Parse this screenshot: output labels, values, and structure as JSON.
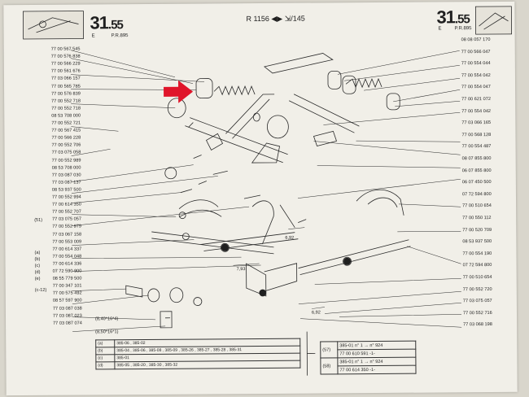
{
  "header": {
    "page_left": "31",
    "page_left_suffix": ".55",
    "sub_left_e": "E",
    "sub_left_pr": "P.R.895",
    "reference": "R 1156",
    "ref_suffix": "/145",
    "page_right": "31",
    "page_right_suffix": ".55",
    "sub_right_e": "E",
    "sub_right_pr": "P.R.895"
  },
  "left_parts": [
    "77 00 567 545",
    "77 00 576 838",
    "77 00 566 229",
    "77 00 561 676",
    "77 03 066 157",
    "77 00 565 785",
    "77 00 576 839",
    "77 00 552 718",
    "77 00 552 718",
    "08 53 708 000",
    "77 00 552 721",
    "77 00 567 415",
    "77 00 566 228",
    "77 00 552 706",
    "77 03 075 058",
    "77 00 552 989",
    "08 53 708 000",
    "77 03 087 030",
    "77 03 087 137",
    "08 53 937 500",
    "77 00 552 994",
    "77 00 614 350",
    "77 00 552 707",
    "77 03 075 057",
    "77 00 552 979",
    "77 03 067 158",
    "77 00 553 009",
    "77 00 614 337",
    "77 00 554 048",
    "77 00 614 336",
    "07 72 590 900",
    "08 55 779 500",
    "77 00 347 101",
    "77 00 575 492",
    "08 57 597 900",
    "77 03 087 038",
    "77 03 087 023",
    "77 03 087 074"
  ],
  "left_markers": [
    "(51)",
    "(a)",
    "(b)",
    "(c)",
    "(d)",
    "(e)",
    "(c-12)"
  ],
  "right_parts": [
    "08 08 057 170",
    "77 00 566 047",
    "77 00 554 044",
    "77 00 554 042",
    "77 00 554 047",
    "77 00 621 072",
    "77 00 554 042",
    "77 03 066 165",
    "77 00 568 128",
    "77 00 554 487",
    "08 07 855 800",
    "06 07 855 800",
    "06 07 450 500",
    "07 72 594 800",
    "77 00 510 654",
    "77 00 550 112",
    "77 00 520 709",
    "08 53 937 500",
    "77 00 554 190",
    "07 72 594 800",
    "77 00 510 654",
    "77 00 552 720",
    "77 03 075 057",
    "77 00 552 716",
    "77 03 068 198"
  ],
  "diagram_labels": {
    "dim_1": "7,93",
    "dim_2": "6,92",
    "dim_3": "6,92",
    "callout_a": "(8,40*16*4)",
    "callout_b": "(8,50*16*1)"
  },
  "code_table": [
    {
      "key": "(a)",
      "codes": "385-06 , 385-02"
    },
    {
      "key": "(b)",
      "codes": "385-04 , 385-06 , 385-08 , 385-09 , 385-26 , 385-27 , 385-28 , 385-31"
    },
    {
      "key": "(c)",
      "codes": "385-01"
    },
    {
      "key": "(d)",
      "codes": "385-05 , 385-20 , 385-30 , 385-32"
    }
  ],
  "annotations": [
    {
      "key": "(57)",
      "text": "385-01 n° 1 → n° 924",
      "part": "77 00 610 591 -1-"
    },
    {
      "key": "(58)",
      "text": "385-01 n° 1 → n° 924",
      "part": "77 00 614 350 -1-"
    }
  ],
  "colors": {
    "arrow": "#e0152a",
    "paper": "#f1efe8",
    "ink": "#1f1f1f"
  }
}
